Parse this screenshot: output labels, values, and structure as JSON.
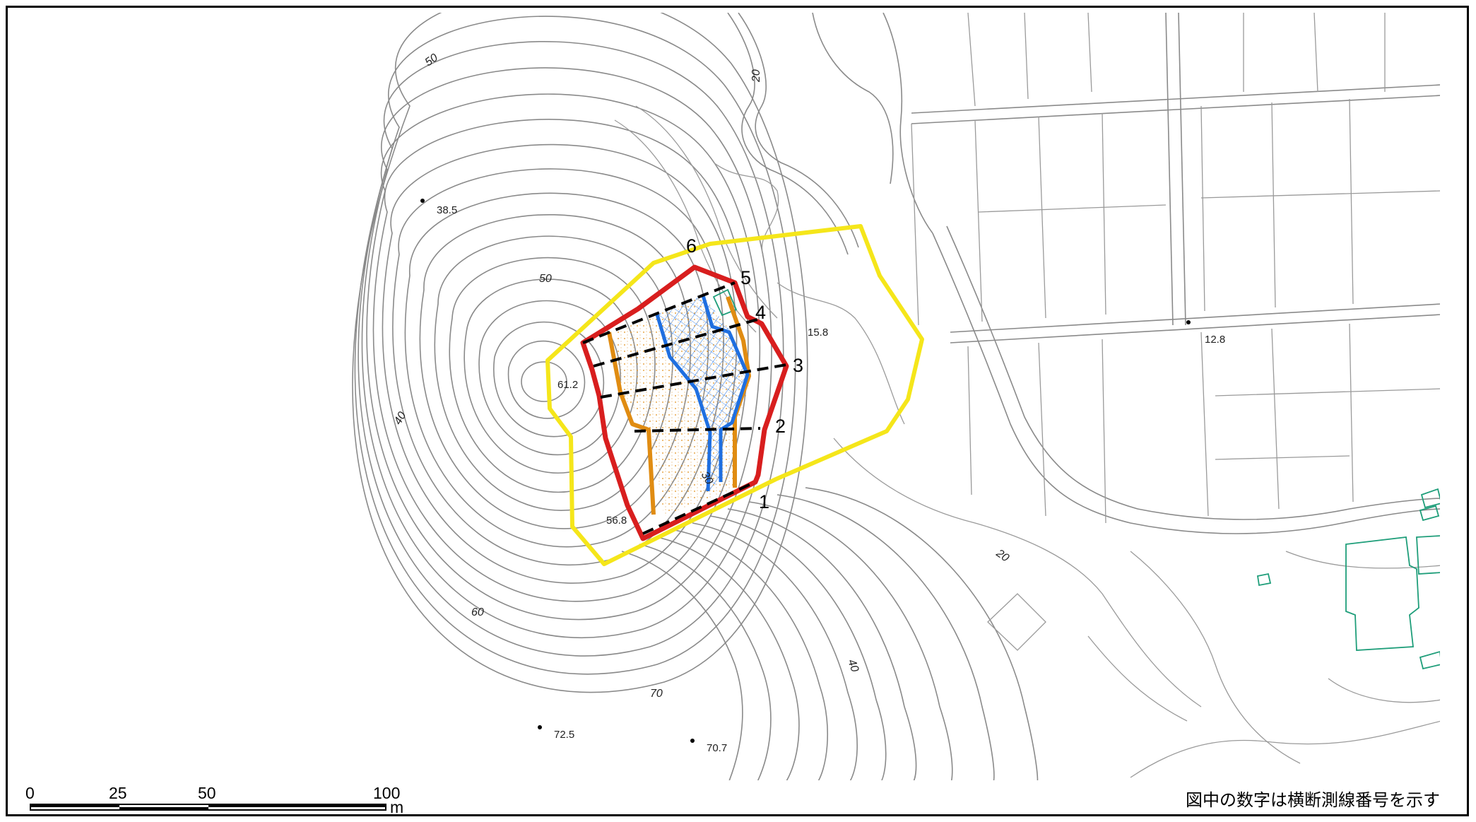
{
  "colors": {
    "frame": "#000000",
    "contour": "#8a8a8a",
    "study_area_outline": "#f5e61a",
    "landslide_outline": "#d81e1e",
    "secondary_outline": "#e08c12",
    "inner_outline": "#1f6fe0",
    "building": "#1f9e7a",
    "section_line": "#000000"
  },
  "contour_labels": [
    "50",
    "20",
    "50",
    "40",
    "30",
    "20",
    "60",
    "40",
    "70"
  ],
  "spot_elevations": [
    "38.5",
    "61.2",
    "15.8",
    "12.8",
    "56.8",
    "72.5",
    "70.7"
  ],
  "section_numbers": [
    "1",
    "2",
    "3",
    "4",
    "5",
    "6"
  ],
  "scale_bar": {
    "ticks": [
      "0",
      "25",
      "50",
      "100"
    ],
    "unit": "m"
  },
  "note": "図中の数字は横断測線番号を示す"
}
